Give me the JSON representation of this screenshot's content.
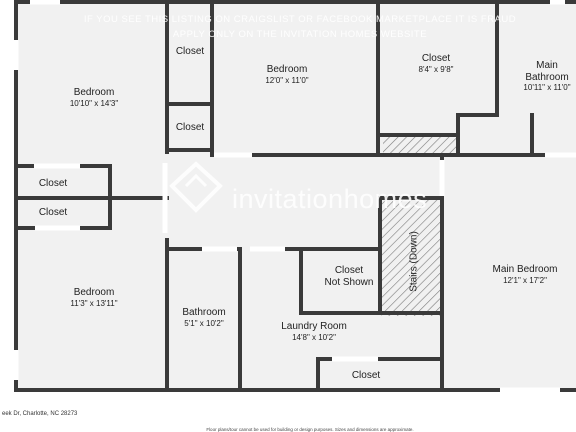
{
  "watermark": {
    "line1": "IF YOU SEE THIS LISTING ON CRAIGSLIST OR FACEBOOK MARKETPLACE IT IS FRAUD",
    "line2": "APPLY ONLY ON THE INVITATION HOMES WEBSITE",
    "brand": "invitationhomes"
  },
  "rooms": {
    "bedroom_top": {
      "name": "Bedroom",
      "dims": "10'10\" x 14'3\""
    },
    "closet_top_left": {
      "name": "Closet"
    },
    "closet_top_left_2": {
      "name": "Closet"
    },
    "bedroom_center": {
      "name": "Bedroom",
      "dims": "12'0\" x 11'0\""
    },
    "closet_top_right": {
      "name": "Closet",
      "dims": "8'4\" x 9'8\""
    },
    "main_bathroom": {
      "name_line1": "Main",
      "name_line2": "Bathroom",
      "dims": "10'11\" x 11'0\""
    },
    "closet_mid_1": {
      "name": "Closet"
    },
    "closet_mid_2": {
      "name": "Closet"
    },
    "bedroom_bottom": {
      "name": "Bedroom",
      "dims": "11'3\" x 13'11\""
    },
    "bathroom": {
      "name": "Bathroom",
      "dims": "5'1\" x 10'2\""
    },
    "closet_not_shown": {
      "name_line1": "Closet",
      "name_line2": "Not Shown"
    },
    "laundry": {
      "name": "Laundry Room",
      "dims": "14'8\" x 10'2\""
    },
    "closet_bottom": {
      "name": "Closet"
    },
    "stairs": {
      "name": "Stairs (Down)"
    },
    "main_bedroom": {
      "name": "Main Bedroom",
      "dims": "12'1\" x 17'2\""
    }
  },
  "footer": {
    "address": "eek Dr, Charlotte, NC 28273",
    "disclaimer": "Floor plans/tour cannot be used for building or design purposes. Sizes and dimensions are approximate."
  },
  "colors": {
    "floor": "#f1f1f1",
    "wall": "#3a3a3a",
    "background": "#ffffff"
  }
}
